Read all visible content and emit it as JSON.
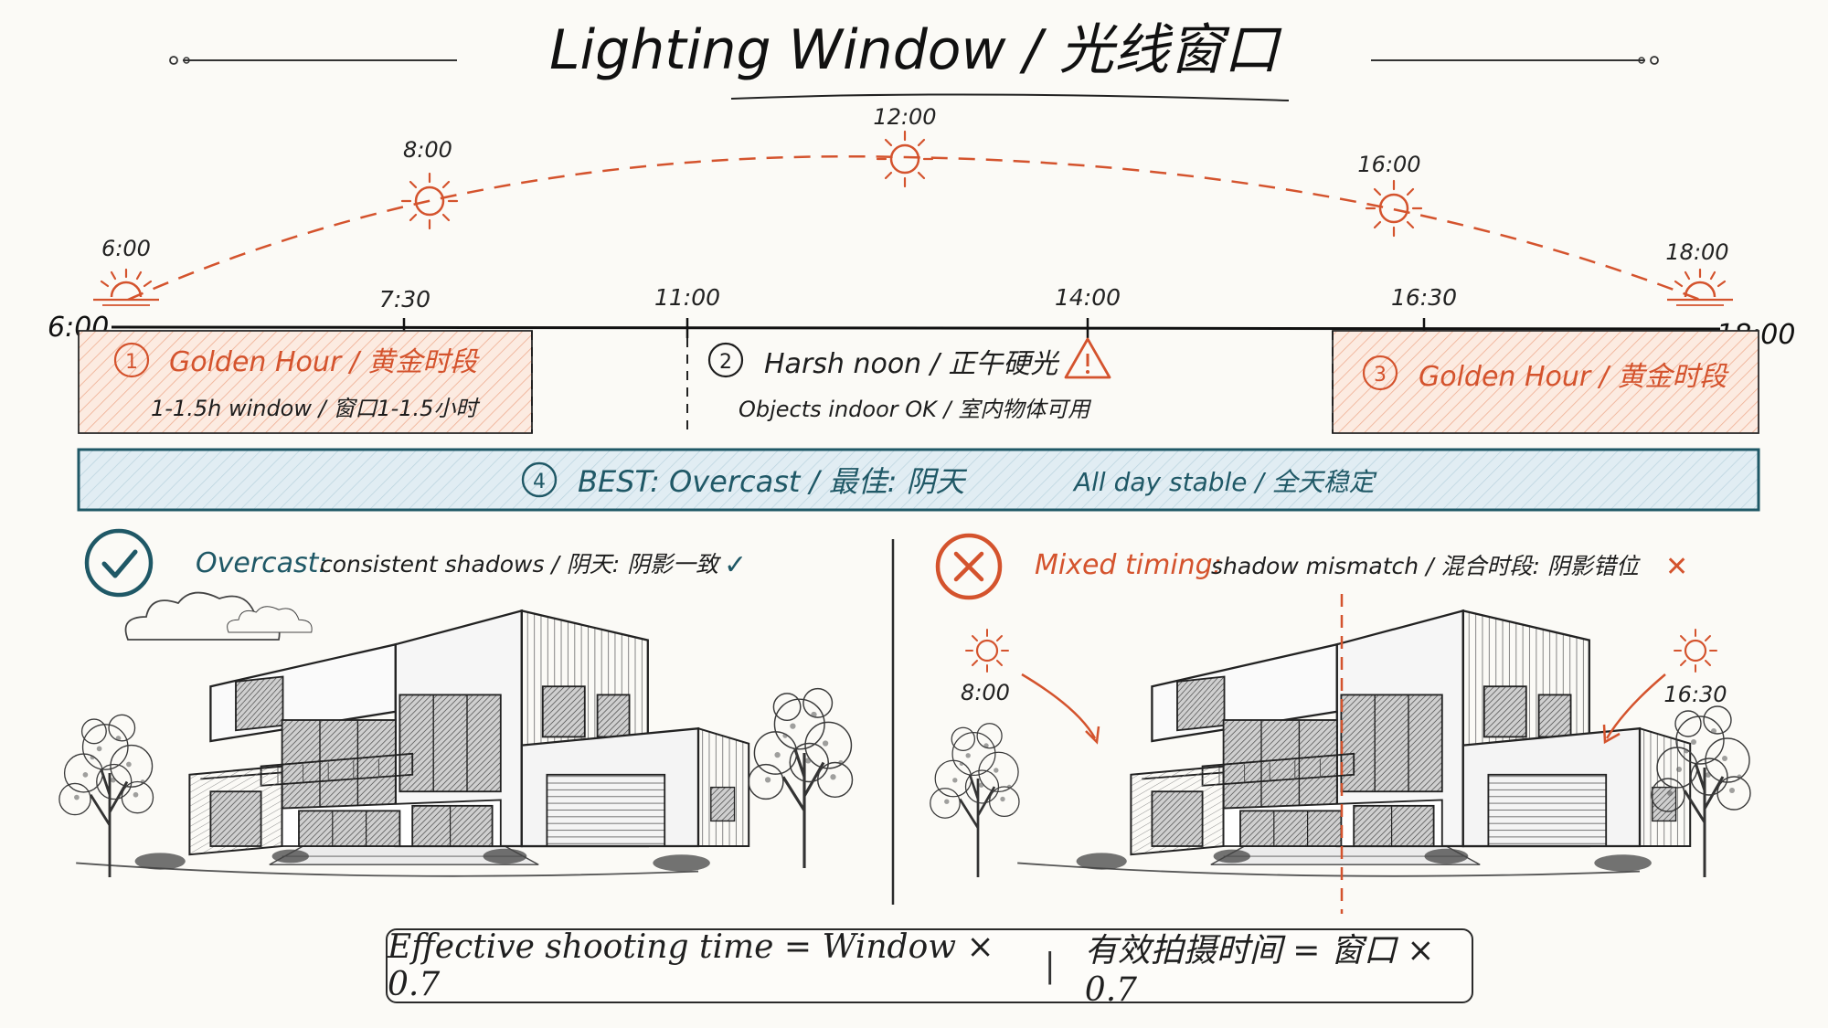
{
  "title": "Lighting Window / 光线窗口",
  "sun_arc": {
    "times": [
      "6:00",
      "8:00",
      "12:00",
      "16:00",
      "18:00"
    ]
  },
  "timeline": {
    "start_label": "6:00",
    "end_label": "18:00",
    "ticks": [
      "7:30",
      "11:00",
      "14:00",
      "16:30"
    ]
  },
  "phases": [
    {
      "number": "1",
      "title": "Golden Hour / 黄金时段",
      "note": "1-1.5h window / 窗口1-1.5小时"
    },
    {
      "number": "2",
      "title": "Harsh noon / 正午硬光",
      "note": "Objects indoor OK / 室内物体可用"
    },
    {
      "number": "3",
      "title": "Golden Hour / 黄金时段",
      "note": ""
    }
  ],
  "best": {
    "number": "4",
    "label": "BEST: Overcast / 最佳: 阴天",
    "detail": "All day stable / 全天稳定"
  },
  "comparison": {
    "good": {
      "title": "Overcast:",
      "text": "consistent shadows / 阴天: 阴影一致",
      "mark": "✓"
    },
    "bad": {
      "title": "Mixed timing:",
      "text": "shadow mismatch / 混合时段: 阴影错位",
      "mark": "✕",
      "sun_left": "8:00",
      "sun_right": "16:30"
    }
  },
  "formula": {
    "en": "Effective shooting time = Window × 0.7",
    "zh": "有效拍摄时间 = 窗口 × 0.7"
  },
  "colors": {
    "accent": "#d4532d",
    "teal": "#1f5866",
    "ink": "#1d1d1d",
    "best_fill": "#dfecf3",
    "golden_fill": "#fbe3d6"
  },
  "icons": [
    "sun-icon",
    "warning-icon",
    "check-circle-icon",
    "cross-circle-icon",
    "cloud-icon",
    "house-drawing",
    "tree-drawing",
    "arrow-icon"
  ]
}
